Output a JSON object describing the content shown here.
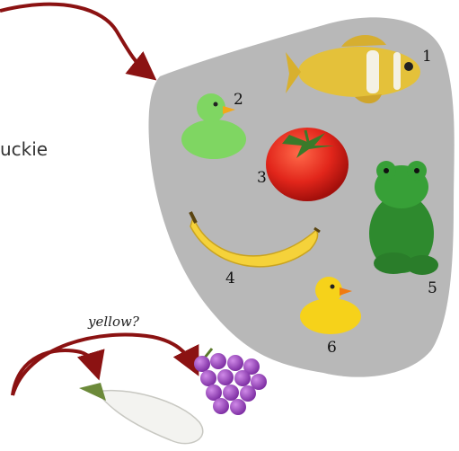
{
  "side_label": "uckie",
  "question_label": "yellow?",
  "items": [
    {
      "number": "1",
      "object": "yellow fish",
      "icon": "fish-icon"
    },
    {
      "number": "2",
      "object": "green duck",
      "icon": "green-duck-icon"
    },
    {
      "number": "3",
      "object": "tomato",
      "icon": "tomato-icon"
    },
    {
      "number": "4",
      "object": "banana",
      "icon": "banana-icon"
    },
    {
      "number": "5",
      "object": "frog",
      "icon": "frog-icon"
    },
    {
      "number": "6",
      "object": "yellow duck",
      "icon": "yellow-duck-icon"
    }
  ],
  "colors": {
    "blob": "#b8b8b8",
    "arrow": "#8b1212"
  }
}
